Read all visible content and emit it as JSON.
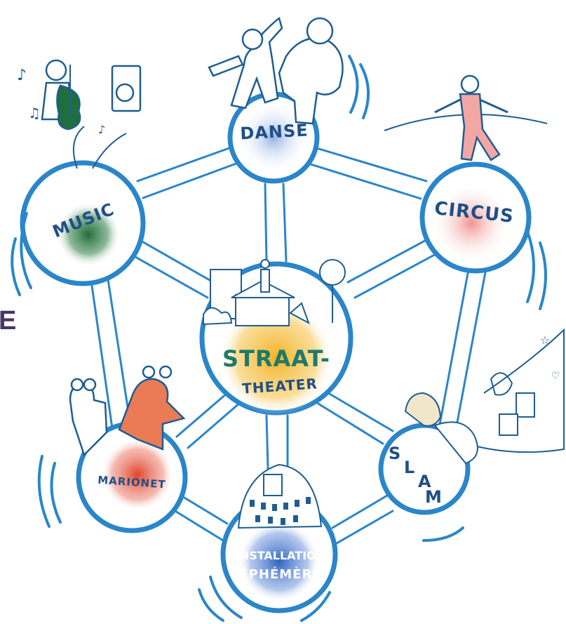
{
  "nodes": {
    "danse": {
      "label": "DANSE",
      "color": "#9bb5e3"
    },
    "music": {
      "label": "MUSIC",
      "color": "#2e7a45"
    },
    "circus": {
      "label": "CIRCUS",
      "color": "#ee9b9b"
    },
    "straat_theater": {
      "label_line1": "STRAAT-",
      "label_line2": "THEATER",
      "color": "#f6b42c"
    },
    "marionet": {
      "label": "MARIONET",
      "color": "#e2553e"
    },
    "installation": {
      "label_line1": "INSTALLATION",
      "label_line2": "ÉPHÉMÈRE",
      "color": "#3b6dc4"
    },
    "slam": {
      "letters": [
        "S",
        "L",
        "A",
        "M"
      ],
      "color": "#ffffff"
    }
  },
  "edge_fragment": "E",
  "colors": {
    "stroke": "#2a86c9",
    "label_text": "#1f4f86",
    "fragment_text": "#4a3566"
  }
}
